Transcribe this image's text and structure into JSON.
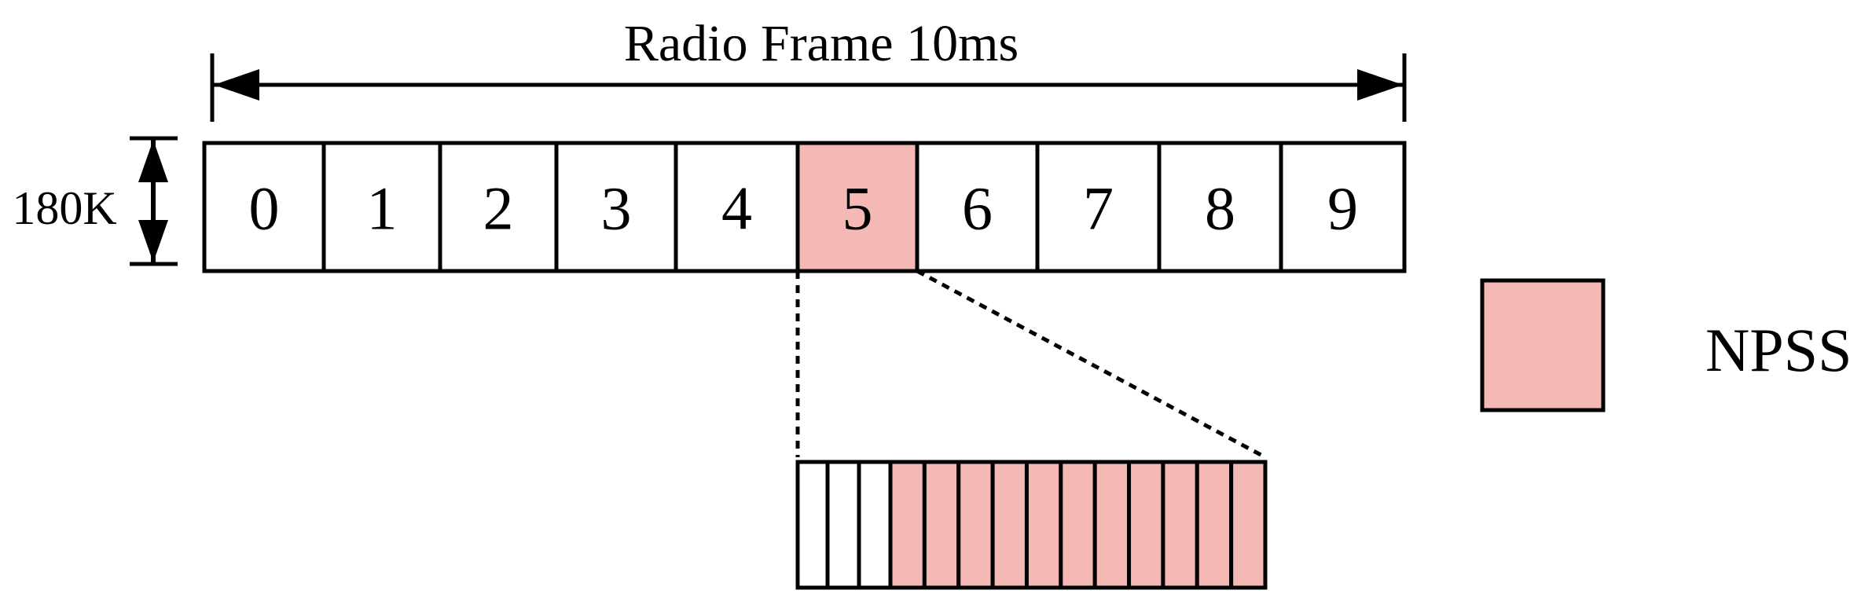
{
  "frame_label": "Radio Frame 10ms",
  "bandwidth_label": "180K",
  "subframes": [
    "0",
    "1",
    "2",
    "3",
    "4",
    "5",
    "6",
    "7",
    "8",
    "9"
  ],
  "highlighted_subframe": 5,
  "symbols": {
    "count": 14,
    "blank_count": 3
  },
  "legend": {
    "label": "NPSS",
    "color": "#f4b9b5"
  },
  "colors": {
    "npss_fill": "#f4b9b5",
    "line": "#000000",
    "empty_fill": "#ffffff"
  }
}
